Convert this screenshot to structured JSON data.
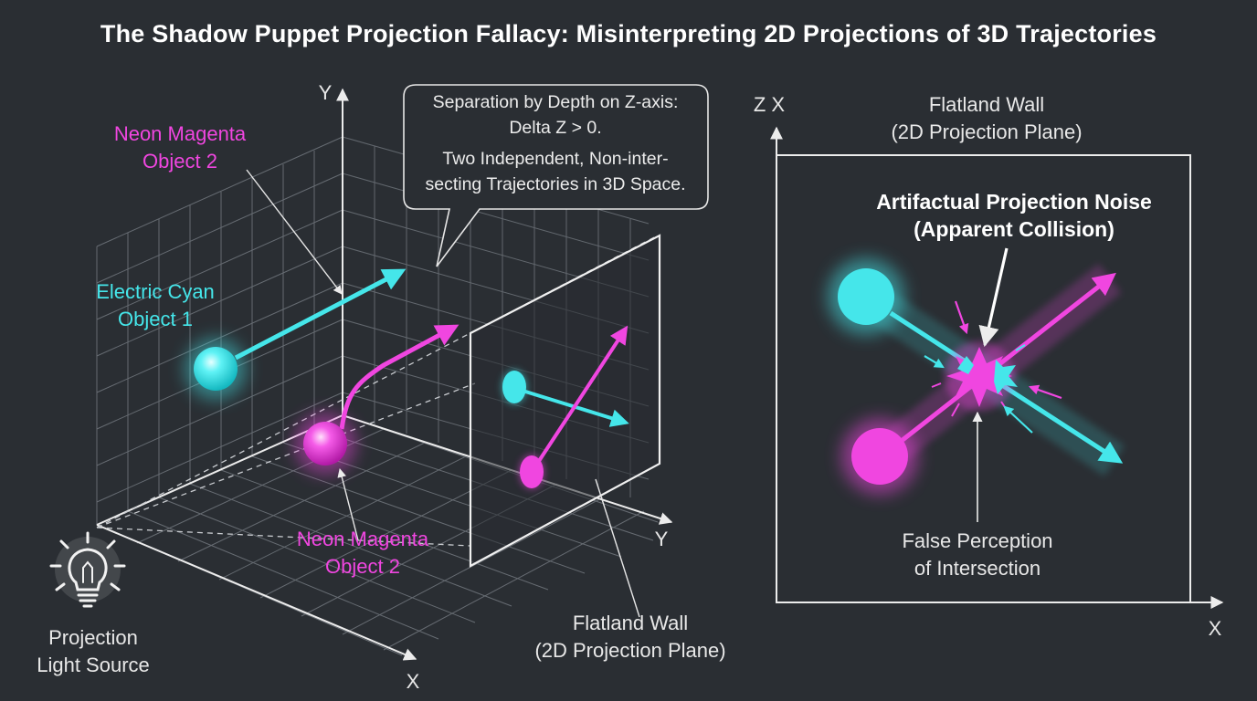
{
  "title": "The Shadow Puppet Projection Fallacy: Misinterpreting 2D Projections of 3D Trajectories",
  "left_panel": {
    "axis_y_top": "Y",
    "axis_y_right": "Y",
    "axis_x_bottom": "X",
    "magenta_top_label": [
      "Neon Magenta",
      "Object 2"
    ],
    "cyan_label": [
      "Electric Cyan",
      "Object 1"
    ],
    "magenta_bottom_label": [
      "Neon Magenta",
      "Object 2"
    ],
    "callout": [
      "Separation by Depth on Z-axis:",
      "Delta Z > 0.",
      "Two Independent, Non-inter-",
      "secting Trajectories in 3D Space."
    ],
    "light_label": [
      "Projection",
      "Light Source"
    ],
    "wall_label": [
      "Flatland Wall",
      "(2D Projection Plane)"
    ]
  },
  "right_panel": {
    "axis_top": "Z X",
    "axis_right": "X",
    "wall_label": [
      "Flatland Wall",
      "(2D Projection Plane)"
    ],
    "noise_label": [
      "Artifactual Projection Noise",
      "(Apparent Collision)"
    ],
    "false_label": [
      "False Perception",
      "of Intersection"
    ]
  },
  "colors": {
    "background": "#2a2e33",
    "cyan": "#45e6ea",
    "magenta": "#f046e0",
    "line": "#e8e8e8"
  },
  "icons": [
    "light-bulb-icon"
  ]
}
